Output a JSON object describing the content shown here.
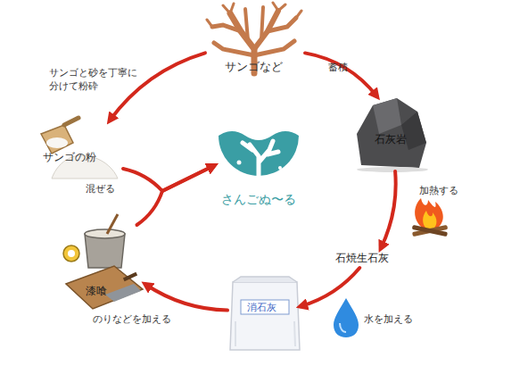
{
  "diagram": {
    "nodes": [
      {
        "text": [
          "サンゴなど"
        ]
      },
      {
        "text": [
          "石灰岩"
        ]
      },
      {
        "text": [
          "石焼生石灰"
        ]
      },
      {
        "text": [
          "消石灰"
        ]
      },
      {
        "text": [
          "漆喰"
        ]
      },
      {
        "text": [
          "サンゴの粉"
        ]
      },
      {
        "text": [
          "さんごぬ〜る"
        ]
      }
    ],
    "edges": [
      {
        "from": 0,
        "to": 1,
        "label": "蓄積",
        "arrow": "to"
      },
      {
        "from": 1,
        "to": 2,
        "label": "加熱する",
        "arrow": "to"
      },
      {
        "from": 2,
        "to": 3,
        "label": "水を加える",
        "arrow": "to"
      },
      {
        "from": 3,
        "to": 4,
        "label": "のりなどを加える",
        "arrow": "to"
      },
      {
        "from": 0,
        "to": 5,
        "label": "サンゴと砂を丁寧に分けて粉砕",
        "arrow": "to"
      },
      {
        "from": 5,
        "to": 6,
        "label": "混ぜる",
        "arrow": "to"
      },
      {
        "from": 4,
        "to": 6,
        "arrow": "to"
      }
    ]
  }
}
